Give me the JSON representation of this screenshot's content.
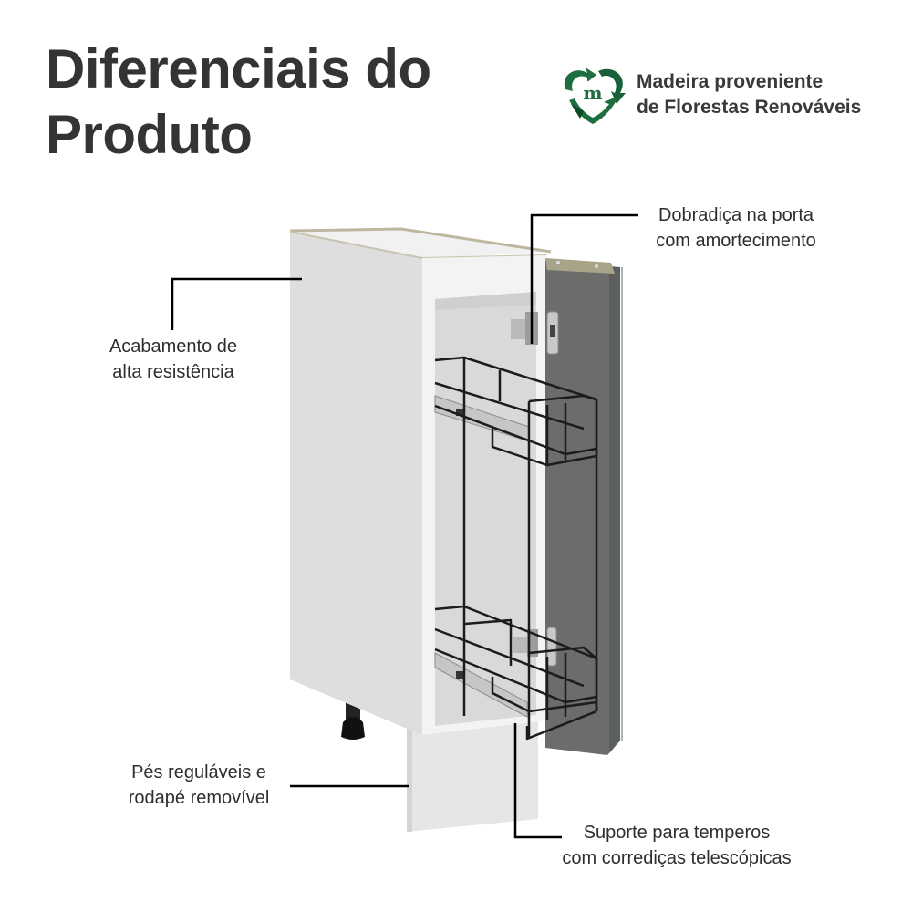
{
  "header": {
    "title_line1": "Diferenciais do",
    "title_line2": "Produto"
  },
  "badge": {
    "icon": "recycle-heart-icon",
    "icon_letter": "m",
    "line1": "Madeira proveniente",
    "line2": "de Florestas Renováveis",
    "color_primary": "#1f6e3f",
    "color_dark": "#0f4a27"
  },
  "callouts": {
    "finish": {
      "line1": "Acabamento de",
      "line2": "alta resistência"
    },
    "hinge": {
      "line1": "Dobradiça na porta",
      "line2": "com amortecimento"
    },
    "feet": {
      "line1": "Pés reguláveis e",
      "line2": "rodapé removível"
    },
    "rack": {
      "line1": "Suporte para temperos",
      "line2": "com corrediças telescópicas"
    }
  },
  "colors": {
    "cabinet_white": "#e9e9e9",
    "cabinet_side": "#dcdcdc",
    "door_gray": "#6b6d6a",
    "wire_black": "#1c1c1c",
    "edge_tan": "#bdb7a0",
    "leader_line": "#000000"
  }
}
